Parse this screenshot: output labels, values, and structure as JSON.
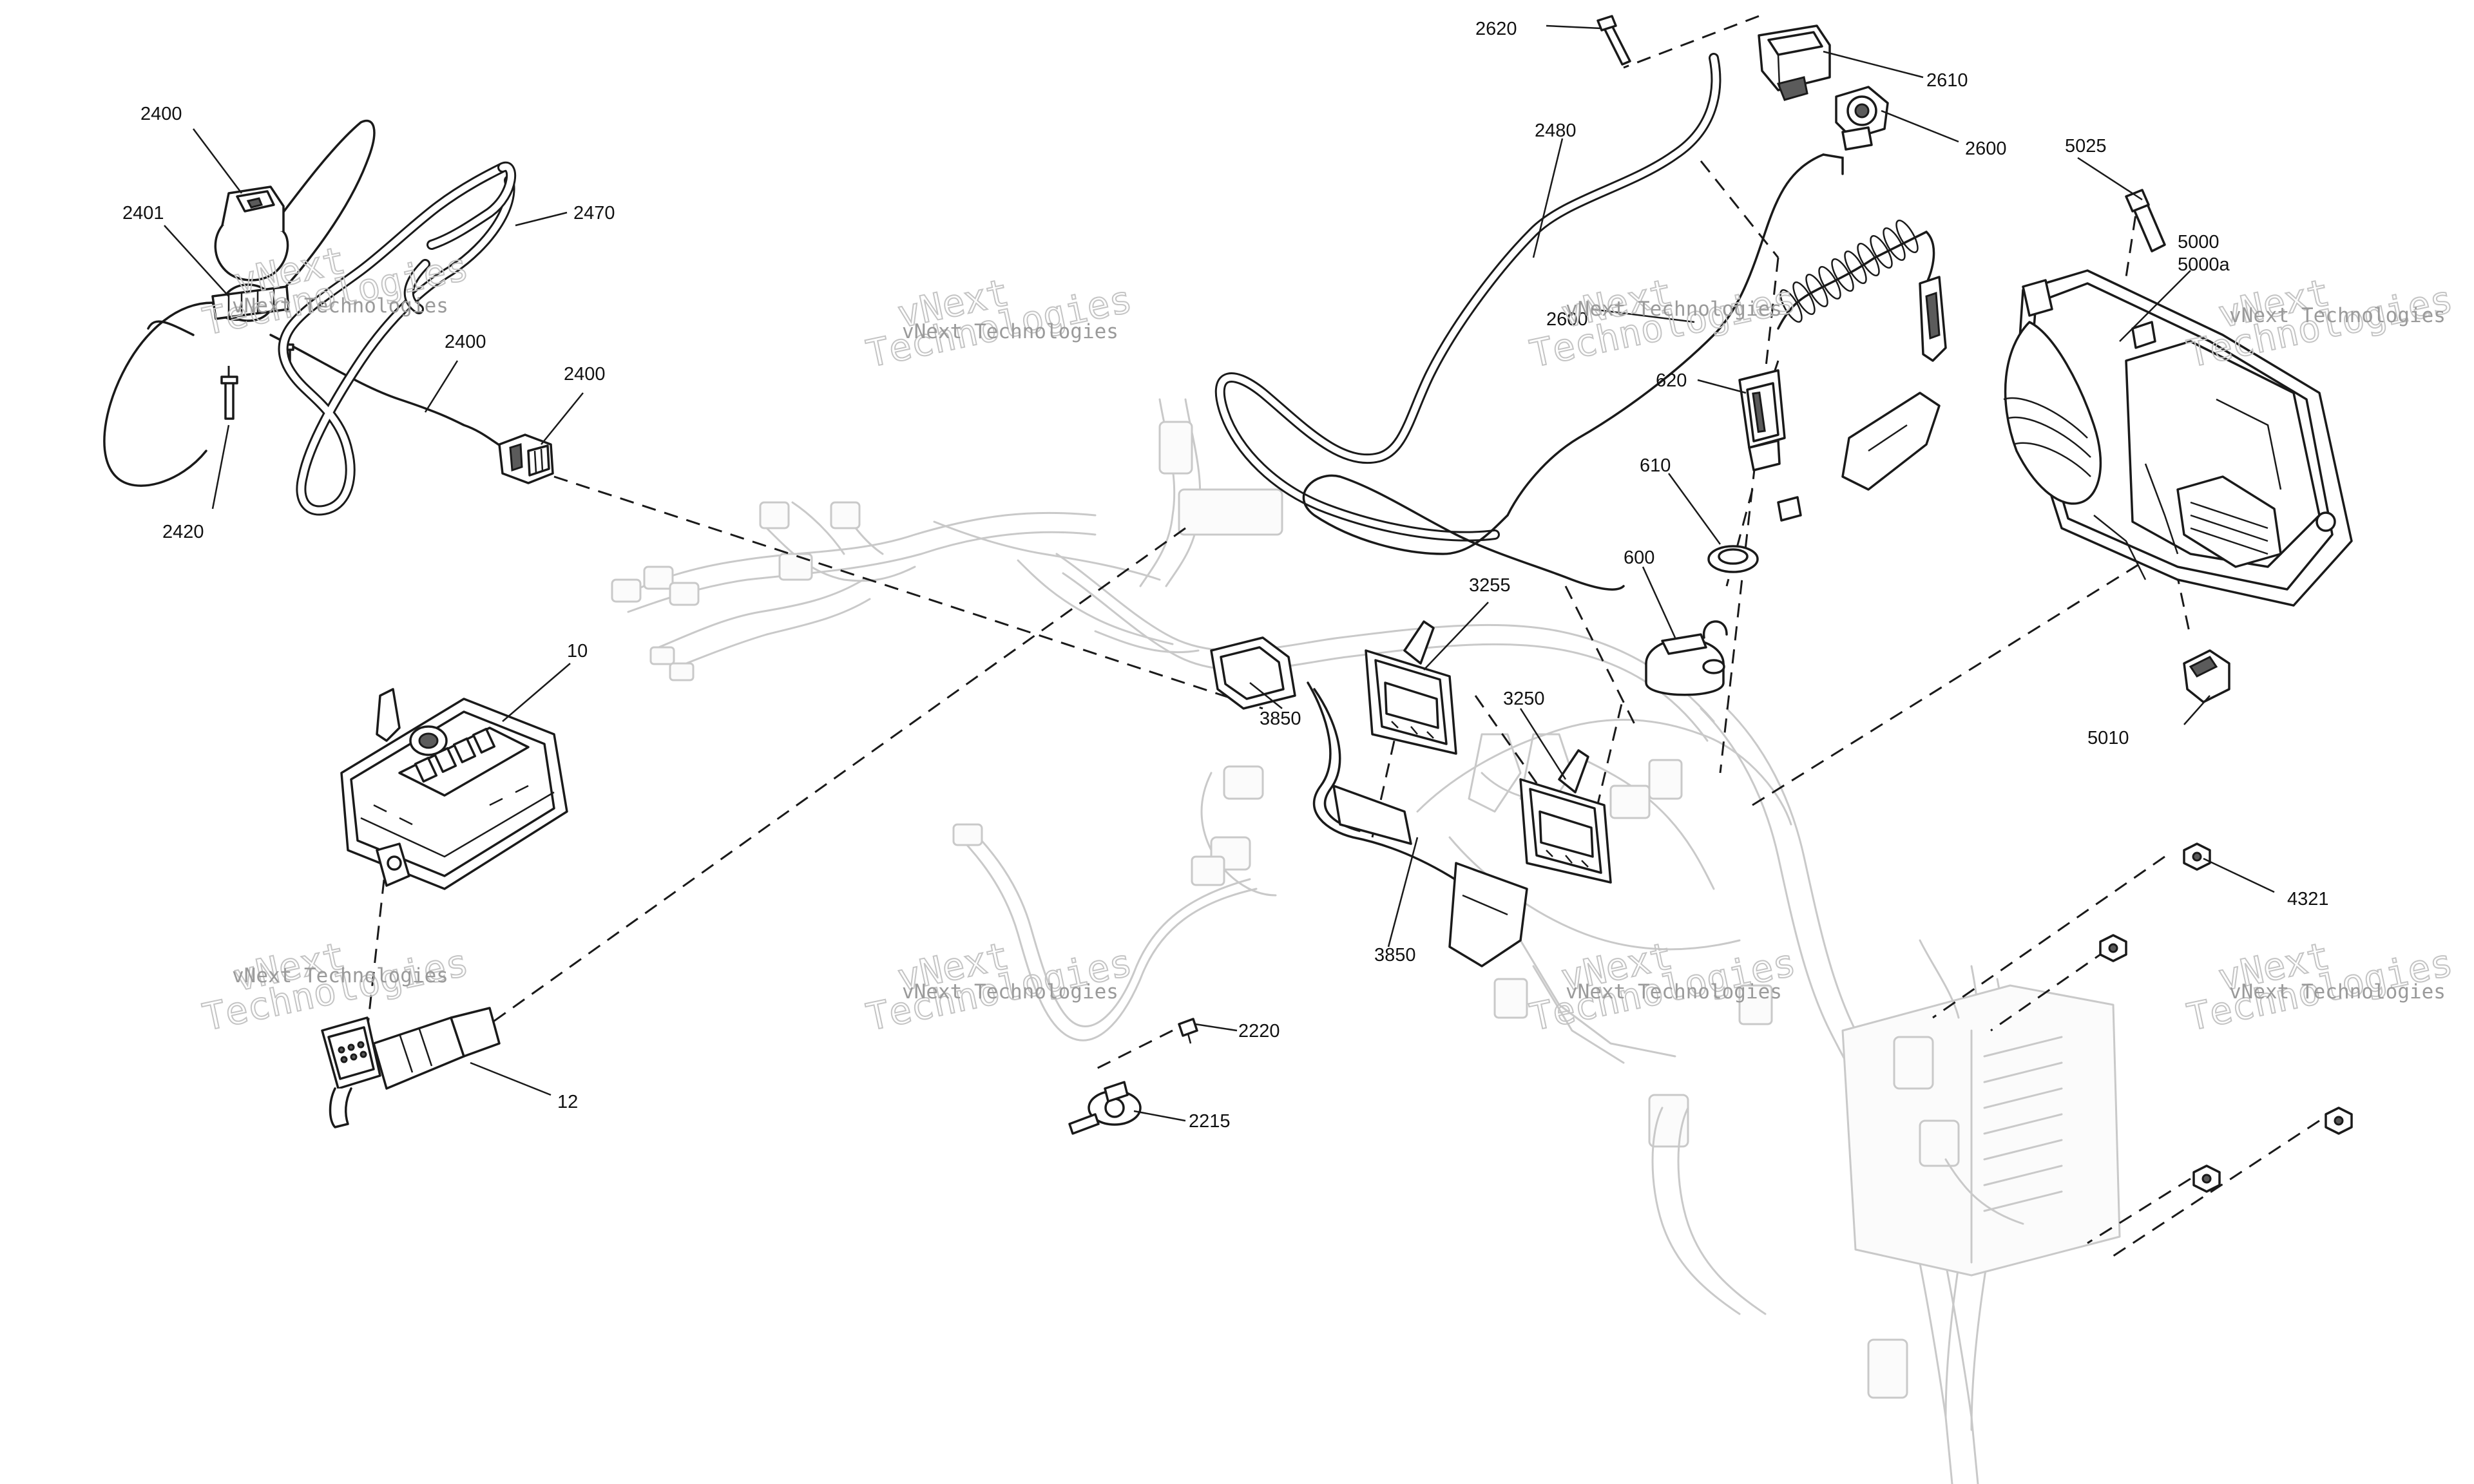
{
  "watermark": {
    "small": "vNext Technologies",
    "big_line1": "vNext",
    "big_line2": "Technologies"
  },
  "callouts": {
    "c2400_top": "2400",
    "c2401": "2401",
    "c2470": "2470",
    "c2400_mid": "2400",
    "c2400_right": "2400",
    "c2420": "2420",
    "c10": "10",
    "c12": "12",
    "c2620": "2620",
    "c2610": "2610",
    "c2480": "2480",
    "c2600_top": "2600",
    "c2600_mid": "2600",
    "c620": "620",
    "c610": "610",
    "c600": "600",
    "c3255": "3255",
    "c3250": "3250",
    "c3850_upper": "3850",
    "c3850_lower": "3850",
    "c5025": "5025",
    "c5000": "5000",
    "c5000a": "5000a",
    "c5010": "5010",
    "c4321": "4321",
    "c2220": "2220",
    "c2215": "2215"
  }
}
